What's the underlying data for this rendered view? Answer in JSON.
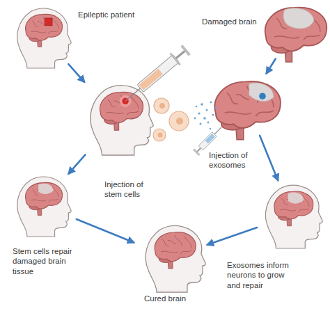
{
  "diagram": {
    "nodes": [
      {
        "text": [
          "Epileptic patient"
        ]
      },
      {
        "text": [
          "Injection of stem cells"
        ]
      },
      {
        "text": [
          "Stem cells repair damaged brain tissue"
        ]
      },
      {
        "text": [
          "Cured brain"
        ]
      },
      {
        "text": [
          "Damaged brain"
        ]
      },
      {
        "text": [
          "Injection of exosomes"
        ]
      },
      {
        "text": [
          "Exosomes inform neurons to grow and repair"
        ]
      }
    ],
    "edges": [
      {
        "from": 0,
        "to": 1,
        "arrow": "to"
      },
      {
        "from": 1,
        "to": 2,
        "arrow": "to"
      },
      {
        "from": 2,
        "to": 3,
        "arrow": "to"
      },
      {
        "from": 4,
        "to": 5,
        "arrow": "to"
      },
      {
        "from": 5,
        "to": 6,
        "arrow": "to"
      },
      {
        "from": 6,
        "to": 3,
        "arrow": "to"
      }
    ]
  }
}
